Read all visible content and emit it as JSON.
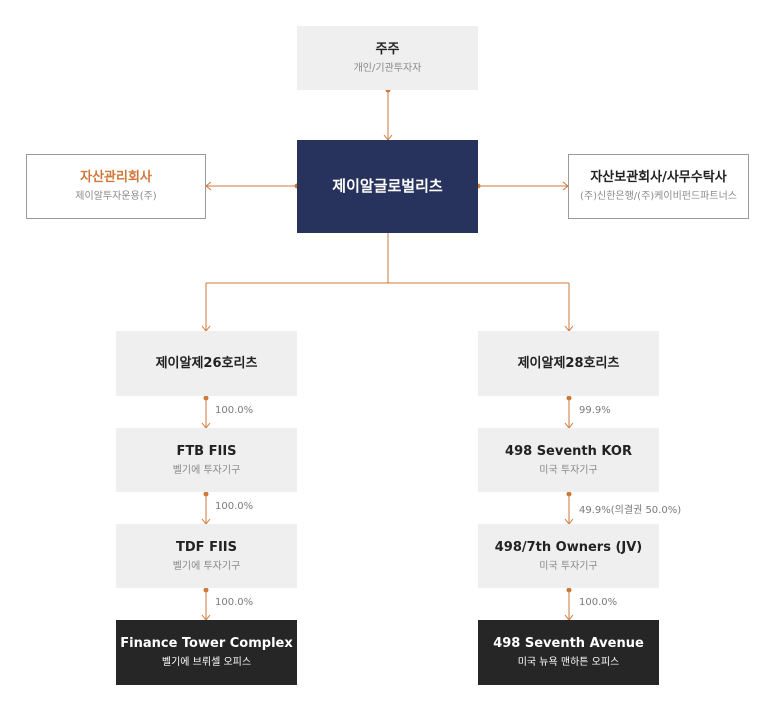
{
  "shareholder": {
    "title": "주주",
    "sub": "개인/기관투자자"
  },
  "center": {
    "title": "제이알글로벌리츠"
  },
  "asset_manager": {
    "title": "자산관리회사",
    "sub": "제이알투자운용(주)"
  },
  "custodian": {
    "title": "자산보관회사/사무수탁사",
    "sub": "(주)신한은행/(주)케이비펀드파트너스"
  },
  "left": {
    "reit": {
      "title": "제이알제26호리츠"
    },
    "p1": "100.0%",
    "entity1": {
      "title": "FTB FIIS",
      "sub": "벨기에 투자기구"
    },
    "p2": "100.0%",
    "entity2": {
      "title": "TDF FIIS",
      "sub": "벨기에 투자기구"
    },
    "p3": "100.0%",
    "asset": {
      "title": "Finance Tower Complex",
      "sub": "벨기에 브뤼셀 오피스"
    }
  },
  "right": {
    "reit": {
      "title": "제이알제28호리츠"
    },
    "p1": "99.9%",
    "entity1": {
      "title": "498 Seventh KOR",
      "sub": "미국 투자기구"
    },
    "p2": "49.9%(의결권 50.0%)",
    "entity2": {
      "title": "498/7th Owners (JV)",
      "sub": "미국 투자기구"
    },
    "p3": "100.0%",
    "asset": {
      "title": "498 Seventh Avenue",
      "sub": "미국 뉴욕 맨하튼 오피스"
    }
  },
  "colors": {
    "navy": "#27325d",
    "orange": "#d0773a",
    "grey_box": "#efefef",
    "dark_box": "#262626"
  }
}
